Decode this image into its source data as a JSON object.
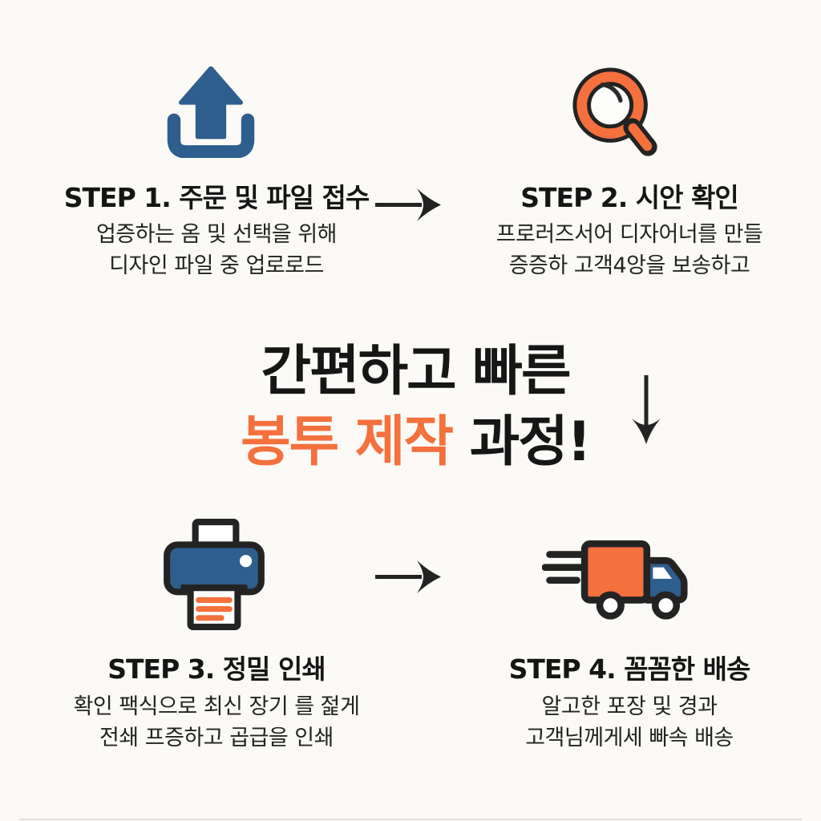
{
  "canvas": {
    "background": "#FBFAF6"
  },
  "colors": {
    "accent_orange": "#F4703C",
    "accent_blue": "#2E5E8E",
    "ink": "#1C1C1C",
    "outline_black": "#232323"
  },
  "heading": {
    "line1": "간편하고 빠른",
    "line2_highlight": "봉투 제작",
    "line2_rest": " 과정!"
  },
  "icons": {
    "step1": "upload-icon",
    "step2": "search-magnifier-icon",
    "step3": "printer-icon",
    "step4": "delivery-truck-icon",
    "between_steps": "arrow-right-icon",
    "after_heading": "arrow-down-icon"
  },
  "steps": [
    {
      "title": "STEP 1. 주문 및 파일 접수",
      "desc_line1": "업증하는 옴 및 선택을 위해",
      "desc_line2": "디자인 파일 중 업로로드"
    },
    {
      "title": "STEP 2. 시안 확인",
      "desc_line1": "프로러즈서어 디자어너를 만들",
      "desc_line2": "증증하 고객4앙을 보송하고"
    },
    {
      "title": "STEP 3. 정밀 인쇄",
      "desc_line1": "확인 팩식으로 최신 장기 를 젍게",
      "desc_line2": "전쇄 프증하고 곱급을 인쇄"
    },
    {
      "title": "STEP 4. 꼼꼼한 배송",
      "desc_line1": "알고한 포장 및 경과",
      "desc_line2": "고객님께게세 빠속 배송"
    }
  ]
}
